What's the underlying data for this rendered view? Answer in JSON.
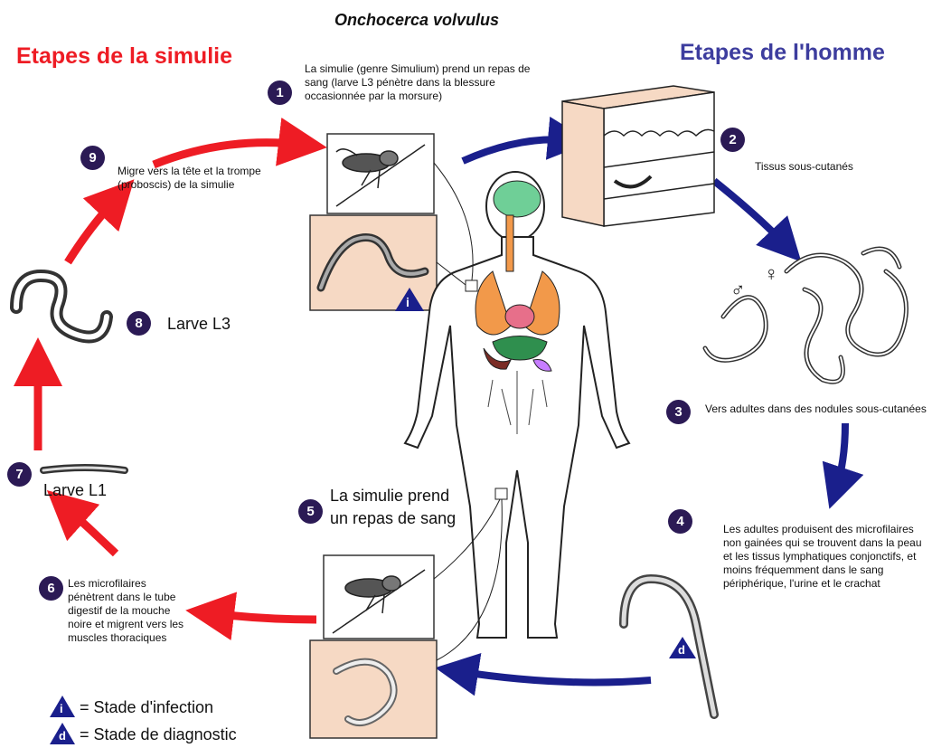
{
  "title": "Onchocerca volvulus",
  "headers": {
    "fly_stages": "Etapes de la simulie",
    "human_stages": "Etapes de l'homme"
  },
  "steps": [
    {
      "number": "1",
      "text": "La simulie (genre Simulium) prend un repas de sang (larve L3 pénètre dans la blessure occasionnée par la morsure)"
    },
    {
      "number": "2",
      "text": "Tissus sous-cutanés"
    },
    {
      "number": "3",
      "text": "Vers adultes dans des nodules sous-cutanées"
    },
    {
      "number": "4",
      "text": "Les adultes produisent des microfilaires non gainées qui se trouvent dans la peau et les tissus lymphatiques conjonctifs, et moins fréquemment dans le sang périphérique, l'urine et le crachat"
    },
    {
      "number": "5",
      "text_line1": "La simulie prend",
      "text_line2": "un repas de sang"
    },
    {
      "number": "6",
      "text": "Les microfilaires pénètrent  dans le tube digestif de la mouche noire et migrent vers les muscles thoraciques"
    },
    {
      "number": "7",
      "text": "Larve L1"
    },
    {
      "number": "8",
      "text": "Larve L3"
    },
    {
      "number": "9",
      "text": "Migre vers la tête et la trompe (proboscis) de la simulie"
    }
  ],
  "legend": {
    "infection_symbol": "i",
    "infection_text": "= Stade d'infection",
    "diagnostic_symbol": "d",
    "diagnostic_text": "= Stade de diagnostic"
  },
  "symbols": {
    "male": "♂",
    "female": "♀"
  },
  "colors": {
    "fly_arrows": "#ee1c24",
    "human_arrows": "#1a1f8c",
    "fly_heading": "#ee1c24",
    "human_heading": "#3d3d9e",
    "badge": "#2b1a55",
    "panel_bg": "#f6d9c4"
  }
}
